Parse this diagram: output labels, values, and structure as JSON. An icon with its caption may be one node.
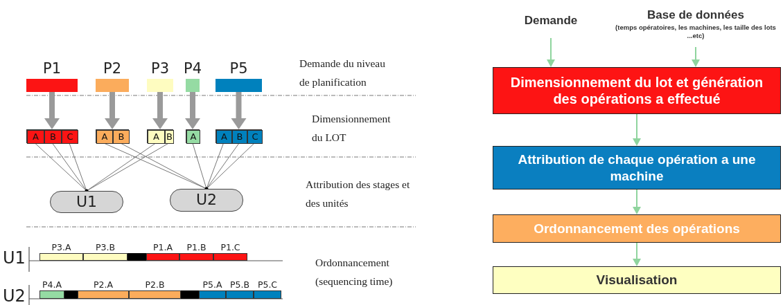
{
  "diagram": {
    "nodes": [
      {
        "text": [
          "P1"
        ]
      },
      {
        "text": [
          "P2"
        ]
      },
      {
        "text": [
          "P3"
        ]
      },
      {
        "text": [
          "P4"
        ]
      },
      {
        "text": [
          "P5"
        ]
      },
      {
        "text": [],
        "shape": "box"
      },
      {
        "text": [
          "A"
        ],
        "in": 5
      },
      {
        "text": [
          "B"
        ],
        "in": 5
      },
      {
        "text": [
          "C"
        ],
        "in": 5
      },
      {
        "text": [],
        "shape": "box"
      },
      {
        "text": [
          "A"
        ],
        "in": 9
      },
      {
        "text": [
          "B"
        ],
        "in": 9
      },
      {
        "text": [],
        "shape": "box"
      },
      {
        "text": [
          "A"
        ],
        "in": 12
      },
      {
        "text": [
          "B"
        ],
        "in": 12
      },
      {
        "text": [],
        "shape": "box"
      },
      {
        "text": [
          "A"
        ],
        "in": 15
      },
      {
        "text": [],
        "shape": "box"
      },
      {
        "text": [
          "A"
        ],
        "in": 17
      },
      {
        "text": [
          "B"
        ],
        "in": 17
      },
      {
        "text": [
          "C"
        ],
        "in": 17
      },
      {
        "text": [
          "U1"
        ]
      },
      {
        "text": [
          "U2"
        ]
      },
      {
        "text": [
          "U1"
        ]
      },
      {
        "text": [
          "P3.A"
        ],
        "in": 23
      },
      {
        "text": [
          "P3.B"
        ],
        "in": 23
      },
      {
        "text": [],
        "shape": "bar",
        "in": 23
      },
      {
        "text": [
          "P1.A"
        ],
        "in": 23
      },
      {
        "text": [
          "P1.B"
        ],
        "in": 23
      },
      {
        "text": [
          "P1.C"
        ],
        "in": 23
      },
      {
        "text": [
          "U2"
        ]
      },
      {
        "text": [
          "P4.A"
        ],
        "in": 30
      },
      {
        "text": [],
        "shape": "bar",
        "in": 30
      },
      {
        "text": [
          "P2.A"
        ],
        "in": 30
      },
      {
        "text": [
          "P2.B"
        ],
        "in": 30
      },
      {
        "text": [],
        "shape": "bar",
        "in": 30
      },
      {
        "text": [
          "P5.A"
        ],
        "in": 30
      },
      {
        "text": [
          "P5.B"
        ],
        "in": 30
      },
      {
        "text": [
          "P5.C"
        ],
        "in": 30
      },
      {
        "text": [
          "Demande"
        ]
      },
      {
        "text": [
          "Base de données",
          "(temps opératoires, les machines, les taille des lots ...etc)"
        ]
      },
      {
        "text": [
          "Dimensionnement du lot et génération des opérations a effectué"
        ]
      },
      {
        "text": [
          "Attribution de chaque opération a une machine"
        ]
      },
      {
        "text": [
          "Ordonnancement des opérations"
        ]
      },
      {
        "text": [
          "Visualisation"
        ]
      }
    ],
    "edges": [
      {
        "from": 0,
        "to": 5,
        "arrow": "to",
        "style": "thick",
        "color": "#9a9a9a"
      },
      {
        "from": 1,
        "to": 9,
        "arrow": "to",
        "style": "thick",
        "color": "#9a9a9a"
      },
      {
        "from": 2,
        "to": 12,
        "arrow": "to",
        "style": "thick",
        "color": "#9a9a9a"
      },
      {
        "from": 3,
        "to": 15,
        "arrow": "to",
        "style": "thick",
        "color": "#9a9a9a"
      },
      {
        "from": 4,
        "to": 17,
        "arrow": "to",
        "style": "thick",
        "color": "#9a9a9a"
      },
      {
        "from": 6,
        "to": 21,
        "arrow": "none"
      },
      {
        "from": 7,
        "to": 21,
        "arrow": "none"
      },
      {
        "from": 8,
        "to": 21,
        "arrow": "none"
      },
      {
        "from": 10,
        "to": 22,
        "arrow": "none"
      },
      {
        "from": 11,
        "to": 22,
        "arrow": "none"
      },
      {
        "from": 13,
        "to": 21,
        "arrow": "none"
      },
      {
        "from": 14,
        "to": 21,
        "arrow": "none"
      },
      {
        "from": 16,
        "to": 22,
        "arrow": "none"
      },
      {
        "from": 18,
        "to": 22,
        "arrow": "none"
      },
      {
        "from": 19,
        "to": 22,
        "arrow": "none"
      },
      {
        "from": 20,
        "to": 22,
        "arrow": "none"
      },
      {
        "from": 39,
        "to": 41,
        "arrow": "to",
        "color": "#8fd49e"
      },
      {
        "from": 40,
        "to": 41,
        "arrow": "to",
        "color": "#8fd49e"
      },
      {
        "from": 41,
        "to": 42,
        "arrow": "to",
        "color": "#8fd49e"
      },
      {
        "from": 42,
        "to": 43,
        "arrow": "to",
        "color": "#8fd49e"
      },
      {
        "from": 43,
        "to": 44,
        "arrow": "to",
        "color": "#8fd49e"
      }
    ],
    "labels": [
      "Demande du niveau de planification",
      "Dimensionnement du LOT",
      "Attribution des stages et des unités",
      "Ordonnancement (sequencing time)"
    ]
  }
}
